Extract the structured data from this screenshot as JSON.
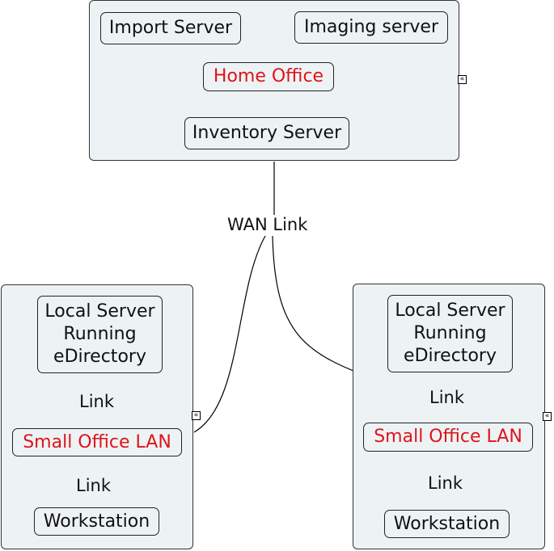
{
  "home_office": {
    "hub": "Home Office",
    "nodes": [
      "Import Server",
      "Imaging server",
      "Inventory Server"
    ]
  },
  "wan_link_label": "WAN Link",
  "offices": [
    {
      "hub": "Small Office LAN",
      "server": "Local Server Running eDirectory",
      "server_lines": [
        "Local Server",
        "Running",
        "eDirectory"
      ],
      "workstation": "Workstation",
      "link_labels": [
        "Link",
        "Link"
      ]
    },
    {
      "hub": "Small Office LAN",
      "server": "Local Server Running eDirectory",
      "server_lines": [
        "Local Server",
        "Running",
        "eDirectory"
      ],
      "workstation": "Workstation",
      "link_labels": [
        "Link",
        "Link"
      ]
    }
  ],
  "collapse_icon_glyph": "«",
  "colors": {
    "hub_text": "#e0131a",
    "group_bg": "#edf3f5"
  }
}
